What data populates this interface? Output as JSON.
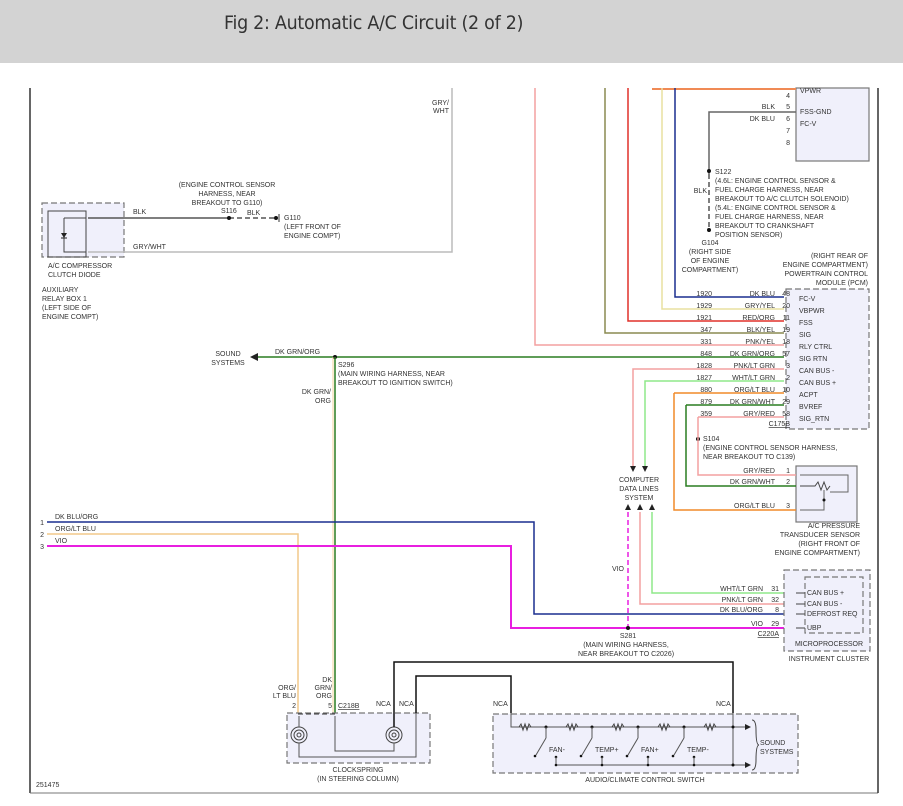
{
  "header": {
    "title": "Fig 2: Automatic A/C Circuit (2 of 2)"
  },
  "diagram_id": "251475",
  "colors": {
    "header_bg": "#d3d3d3",
    "component_fill": "#f0f0fb",
    "blk": "#555555",
    "dk_blu": "#1a2f8f",
    "red": "#e0302a",
    "orange": "#f08a28",
    "dk_grn": "#2a7d20",
    "lt_grn": "#8fe88a",
    "pink": "#f4a0a0",
    "vio": "#e81fe0",
    "yel": "#f2e27a",
    "gry": "#aaaaaa"
  },
  "aux_relay_box": {
    "label_lines": [
      "AUXILIARY",
      "RELAY BOX 1",
      "(LEFT SIDE OF",
      "ENGINE COMPT)"
    ],
    "diode_label_lines": [
      "A/C COMPRESSOR",
      "CLUTCH DIODE"
    ],
    "wire_blk": "BLK",
    "wire_gry_wht": "GRY/WHT",
    "splice": "S116",
    "splice_wire": "BLK",
    "splice_note_lines": [
      "(ENGINE CONTROL SENSOR",
      "HARNESS, NEAR",
      "BREAKOUT TO G110)"
    ],
    "ground": "G110",
    "ground_note_lines": [
      "(LEFT FRONT OF",
      "ENGINE COMPT)"
    ],
    "gry_wht_top_lines": [
      "GRY/",
      "WHT"
    ]
  },
  "pcm_top": {
    "pins": [
      {
        "pin": "4",
        "wire": "",
        "name": "VPWR"
      },
      {
        "pin": "5",
        "wire": "BLK",
        "name": "FSS-GND"
      },
      {
        "pin": "6",
        "wire": "DK BLU",
        "name": "FC-V"
      },
      {
        "pin": "7",
        "wire": "",
        "name": ""
      },
      {
        "pin": "8",
        "wire": "",
        "name": ""
      }
    ],
    "splice": "S122",
    "splice_wire": "BLK",
    "splice_note_lines": [
      "(4.6L: ENGINE CONTROL SENSOR &",
      "FUEL CHARGE HARNESS, NEAR",
      "BREAKOUT TO A/C CLUTCH SOLENOID)",
      "(5.4L: ENGINE CONTROL SENSOR &",
      "FUEL CHARGE HARNESS, NEAR",
      "BREAKOUT TO CRANKSHAFT",
      "POSITION SENSOR)"
    ],
    "ground": "G104",
    "ground_note_lines": [
      "(RIGHT SIDE",
      "OF ENGINE",
      "COMPARTMENT)"
    ]
  },
  "pcm": {
    "label_lines": [
      "(RIGHT REAR OF",
      "ENGINE COMPARTMENT)",
      "POWERTRAIN CONTROL",
      "MODULE (PCM)"
    ],
    "connector": "C175B",
    "pins": [
      {
        "circuit": "1920",
        "wire": "DK BLU",
        "pin": "48",
        "name": "FC-V"
      },
      {
        "circuit": "1929",
        "wire": "GRY/YEL",
        "pin": "20",
        "name": "VBPWR"
      },
      {
        "circuit": "1921",
        "wire": "RED/ORG",
        "pin": "11",
        "name": "FSS"
      },
      {
        "circuit": "347",
        "wire": "BLK/YEL",
        "pin": "19",
        "name": "SIG"
      },
      {
        "circuit": "331",
        "wire": "PNK/YEL",
        "pin": "18",
        "name": "RLY CTRL"
      },
      {
        "circuit": "848",
        "wire": "DK GRN/ORG",
        "pin": "57",
        "name": "SIG RTN"
      },
      {
        "circuit": "1828",
        "wire": "PNK/LT GRN",
        "pin": "3",
        "name": "CAN BUS -"
      },
      {
        "circuit": "1827",
        "wire": "WHT/LT GRN",
        "pin": "2",
        "name": "CAN BUS +"
      },
      {
        "circuit": "880",
        "wire": "ORG/LT BLU",
        "pin": "10",
        "name": "ACPT"
      },
      {
        "circuit": "879",
        "wire": "DK GRN/WHT",
        "pin": "29",
        "name": "BVREF"
      },
      {
        "circuit": "359",
        "wire": "GRY/RED",
        "pin": "58",
        "name": "SIG_RTN"
      }
    ]
  },
  "sound_splice": {
    "label_lines": [
      "SOUND",
      "SYSTEMS"
    ],
    "wire": "DK GRN/ORG",
    "splice": "S296",
    "splice_note_lines": [
      "(MAIN WIRING HARNESS, NEAR",
      "BREAKOUT TO IGNITION SWITCH)"
    ],
    "down_wire_lines": [
      "DK GRN/",
      "ORG"
    ]
  },
  "s104": {
    "splice": "S104",
    "note_lines": [
      "(ENGINE CONTROL SENSOR HARNESS,",
      "NEAR BREAKOUT TO C139)"
    ]
  },
  "data_lines": {
    "label_lines": [
      "COMPUTER",
      "DATA LINES",
      "SYSTEM"
    ]
  },
  "transducer": {
    "label_lines": [
      "A/C PRESSURE",
      "TRANSDUCER SENSOR",
      "(RIGHT FRONT OF",
      "ENGINE COMPARTMENT)"
    ],
    "pins": [
      {
        "wire": "GRY/RED",
        "pin": "1"
      },
      {
        "wire": "DK GRN/WHT",
        "pin": "2"
      },
      {
        "wire": "ORG/LT BLU",
        "pin": "3"
      }
    ]
  },
  "left_connector": {
    "pins": [
      {
        "pin": "1",
        "wire": "DK BLU/ORG"
      },
      {
        "pin": "2",
        "wire": "ORG/LT BLU"
      },
      {
        "pin": "3",
        "wire": "VIO"
      }
    ]
  },
  "s281": {
    "wire": "VIO",
    "splice": "S281",
    "note_lines": [
      "(MAIN WIRING HARNESS,",
      "NEAR BREAKOUT TO C2026)"
    ]
  },
  "instrument_cluster": {
    "label": "INSTRUMENT CLUSTER",
    "micro_label": "MICROPROCESSOR",
    "connector": "C220A",
    "pins": [
      {
        "wire": "WHT/LT GRN",
        "pin": "31",
        "name": "CAN BUS +"
      },
      {
        "wire": "PNK/LT GRN",
        "pin": "32",
        "name": "CAN BUS -"
      },
      {
        "wire": "DK BLU/ORG",
        "pin": "8",
        "name": "DEFROST REQ"
      },
      {
        "wire": "VIO",
        "pin": "29",
        "name": "UBP"
      }
    ]
  },
  "clockspring": {
    "label_lines": [
      "CLOCKSPRING",
      "(IN STEERING COLUMN)"
    ],
    "connector": "C218B",
    "pin2_wire_lines": [
      "ORG/",
      "LT BLU"
    ],
    "pin2": "2",
    "pin5_wire_lines": [
      "DK",
      "GRN/",
      "ORG"
    ],
    "pin5": "5",
    "nca1": "NCA",
    "nca2": "NCA"
  },
  "control_switch": {
    "label": "AUDIO/CLIMATE CONTROL SWITCH",
    "nca_left": "NCA",
    "nca_right": "NCA",
    "switches": [
      "FAN-",
      "TEMP+",
      "FAN+",
      "TEMP-"
    ],
    "output_lines": [
      "SOUND",
      "SYSTEMS"
    ]
  }
}
